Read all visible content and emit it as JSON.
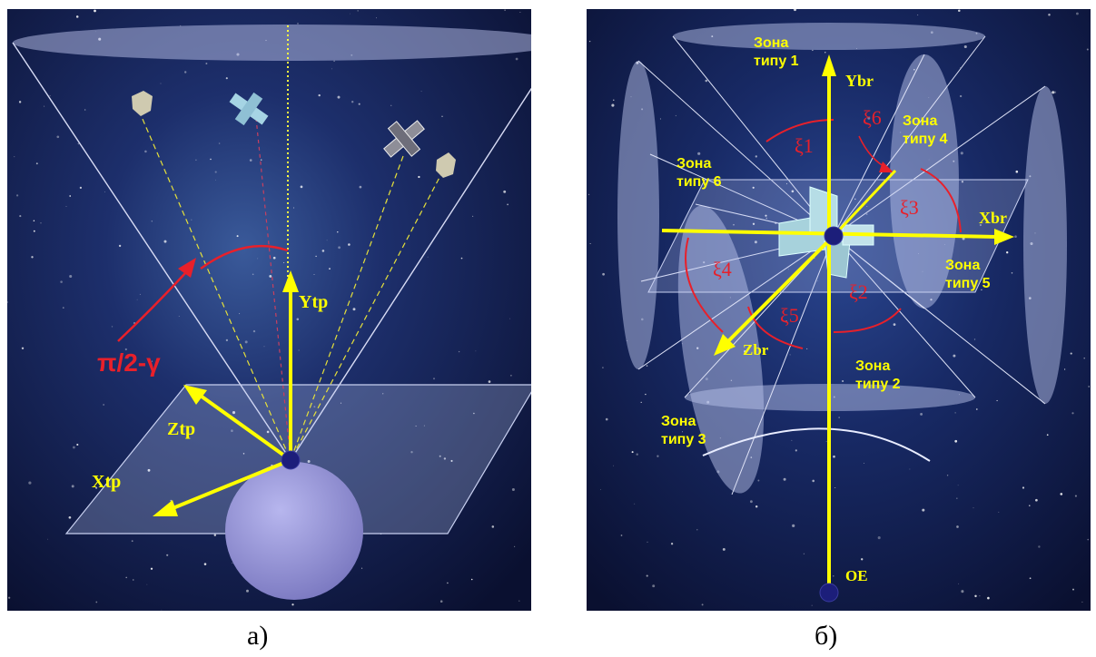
{
  "panel_a": {
    "caption": "а)",
    "axes": {
      "y": "Ytp",
      "z": "Ztp",
      "x": "Xtp"
    },
    "angle_label": "π/2-γ",
    "colors": {
      "axis": "#ffff00",
      "angle": "#e8202a",
      "sky": "#101a44"
    }
  },
  "panel_b": {
    "caption": "б)",
    "axes": {
      "y": "Ybr",
      "x": "Xbr",
      "z": "Zbr"
    },
    "origin_label": "OE",
    "angles": [
      "ξ1",
      "ξ2",
      "ξ3",
      "ξ4",
      "ξ5",
      "ξ6"
    ],
    "zones": [
      {
        "line1": "Зона",
        "line2": "типу 1"
      },
      {
        "line1": "Зона",
        "line2": "типу 2"
      },
      {
        "line1": "Зона",
        "line2": "типу 3"
      },
      {
        "line1": "Зона",
        "line2": "типу 4"
      },
      {
        "line1": "Зона",
        "line2": "типу 5"
      },
      {
        "line1": "Зона",
        "line2": "типу 6"
      }
    ]
  }
}
